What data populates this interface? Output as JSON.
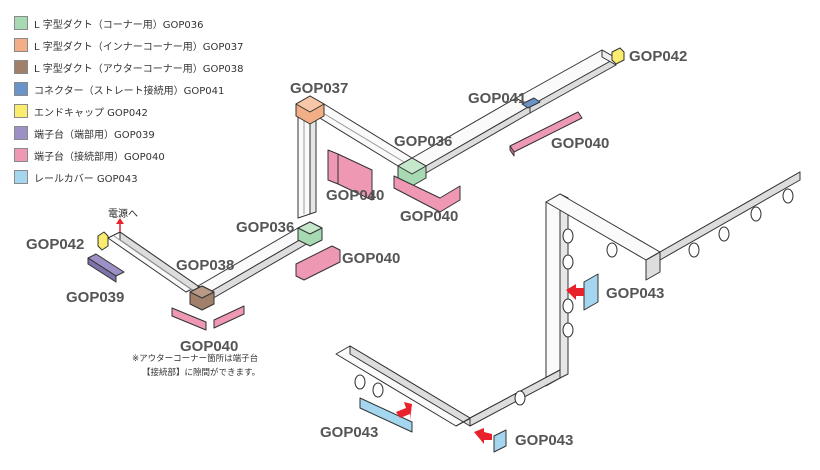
{
  "legend": [
    {
      "label": "L 字型ダクト（コーナー用）GOP036",
      "color": "#a7d9b2"
    },
    {
      "label": "L 字型ダクト（インナーコーナー用）GOP037",
      "color": "#f2ae86"
    },
    {
      "label": "L 字型ダクト（アウターコーナー用）GOP038",
      "color": "#a0806b"
    },
    {
      "label": "コネクター（ストレート接続用）GOP041",
      "color": "#6a93c7"
    },
    {
      "label": "エンドキャップ GOP042",
      "color": "#f9ec6e"
    },
    {
      "label": "端子台（端部用）GOP039",
      "color": "#9c90c6"
    },
    {
      "label": "端子台（接続部用）GOP040",
      "color": "#ee98b4"
    },
    {
      "label": "レールカバー GOP043",
      "color": "#a5d6ef"
    }
  ],
  "labels": {
    "gop042_top": "GOP042",
    "gop041": "GOP041",
    "gop040_a": "GOP040",
    "gop037": "GOP037",
    "gop036_a": "GOP036",
    "gop040_b": "GOP040",
    "gop040_c": "GOP040",
    "gop036_b": "GOP036",
    "gop040_d": "GOP040",
    "gop042_left": "GOP042",
    "gop038": "GOP038",
    "gop039": "GOP039",
    "gop040_e": "GOP040",
    "gop043_a": "GOP043",
    "gop043_b": "GOP043",
    "gop043_c": "GOP043"
  },
  "power_label": "電源へ",
  "note_line1": "※アウターコーナー箇所は端子台",
  "note_line2": "【接続部】に隙間ができます。",
  "colors": {
    "rail_fill": "#fafafa",
    "rail_stroke": "#333333",
    "label_gray": "#555555",
    "arrow_red": "#e8222a"
  }
}
